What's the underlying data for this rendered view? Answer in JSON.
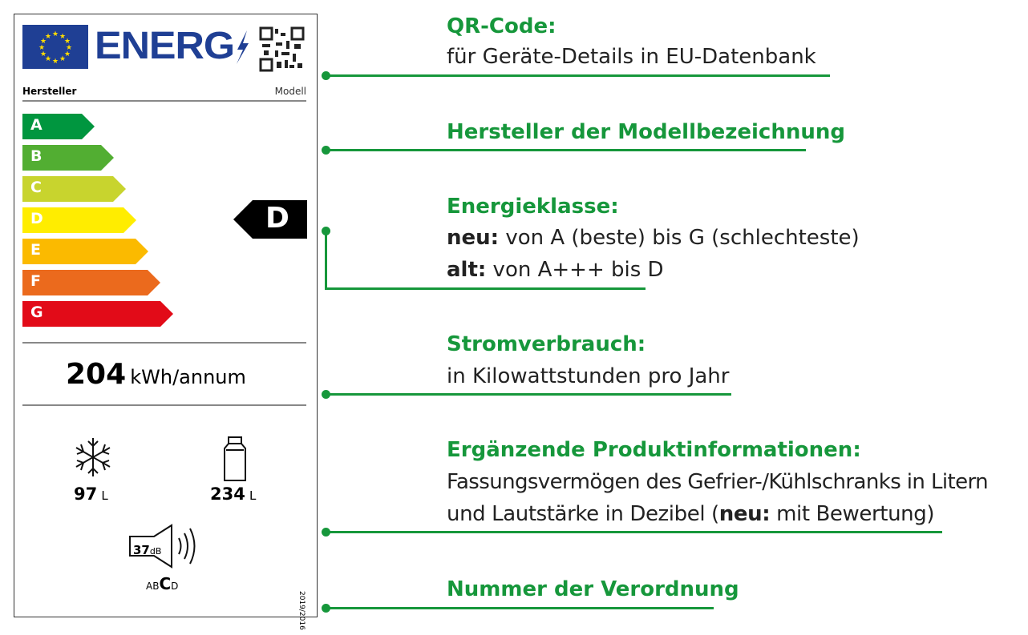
{
  "label": {
    "logo_text": "ENERG",
    "manufacturer": "Hersteller",
    "model": "Modell",
    "classes": [
      {
        "letter": "A",
        "color": "#00963f"
      },
      {
        "letter": "B",
        "color": "#52ae32"
      },
      {
        "letter": "C",
        "color": "#c8d42e"
      },
      {
        "letter": "D",
        "color": "#ffed00"
      },
      {
        "letter": "E",
        "color": "#fbba00"
      },
      {
        "letter": "F",
        "color": "#eb6a1d"
      },
      {
        "letter": "G",
        "color": "#e20b18"
      }
    ],
    "current_class": "D",
    "consumption_value": "204",
    "consumption_unit": "kWh/annum",
    "freezer_volume": "97",
    "fridge_volume": "234",
    "volume_unit": "L",
    "noise_value": "37",
    "noise_unit": "dB",
    "noise_classes": [
      "A",
      "B",
      "C",
      "D"
    ],
    "noise_class": "C",
    "regulation": "2019/2016"
  },
  "annotations": {
    "qr_title": "QR-Code:",
    "qr_text": "für Geräte-Details in EU-Datenbank",
    "maker_title": "Hersteller der Modellbezeichnung",
    "class_title": "Energieklasse:",
    "class_new_label": "neu:",
    "class_new_text": " von A (beste) bis G (schlechteste)",
    "class_old_label": "alt:",
    "class_old_text": " von A+++ bis D",
    "power_title": "Stromverbrauch:",
    "power_text": "in Kilowattstunden pro Jahr",
    "extra_title": "Ergänzende Produktinformationen:",
    "extra_text1": "Fassungsvermögen des Gefrier-/Kühlschranks in Litern",
    "extra_text2a": "und Lautstärke in Dezibel (",
    "extra_text2b": "neu:",
    "extra_text2c": " mit Bewertung)",
    "reg_title": "Nummer der Verordnung"
  }
}
